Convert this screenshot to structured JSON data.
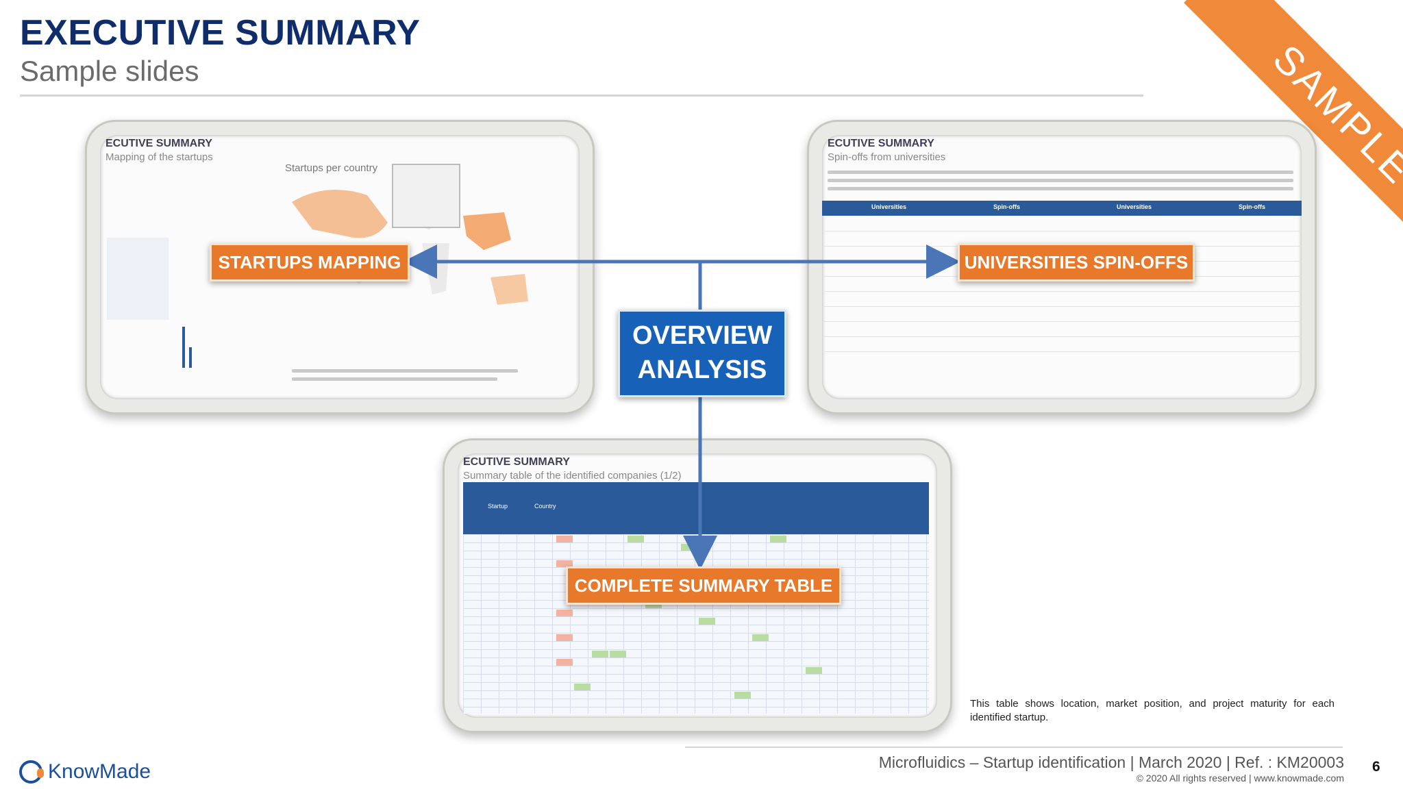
{
  "header": {
    "title": "EXECUTIVE SUMMARY",
    "subtitle": "Sample slides"
  },
  "ribbon": {
    "label": "SAMPLE",
    "color": "#f08a3a"
  },
  "thumbnails": {
    "mapping": {
      "heading": "ECUTIVE SUMMARY",
      "sub": "Mapping of the startups",
      "chart_title": "Startups per country"
    },
    "spinoffs": {
      "heading": "ECUTIVE SUMMARY",
      "sub": "Spin-offs from universities",
      "columns": [
        "Universities",
        "Spin-offs",
        "Universities",
        "Spin-offs"
      ]
    },
    "table": {
      "heading": "ECUTIVE SUMMARY",
      "sub": "Summary table of the identified companies (1/2)",
      "columns": [
        "Startup",
        "Country"
      ]
    }
  },
  "callouts": {
    "startups": "STARTUPS MAPPING",
    "universities": "UNIVERSITIES SPIN-OFFS",
    "table": "COMPLETE SUMMARY TABLE",
    "overview_line1": "OVERVIEW",
    "overview_line2": "ANALYSIS"
  },
  "note": "This table shows location, market position, and project maturity for each identified startup.",
  "footer": {
    "brand": "KnowMade",
    "text": "Microfluidics – Startup identification | March 2020 | Ref. : KM20003",
    "copyright": "© 2020 All rights reserved | www.knowmade.com",
    "page": "6"
  },
  "colors": {
    "title": "#0f2d6b",
    "callout": "#e8782a",
    "overview": "#1762b8",
    "arrow": "#4a76b8"
  }
}
